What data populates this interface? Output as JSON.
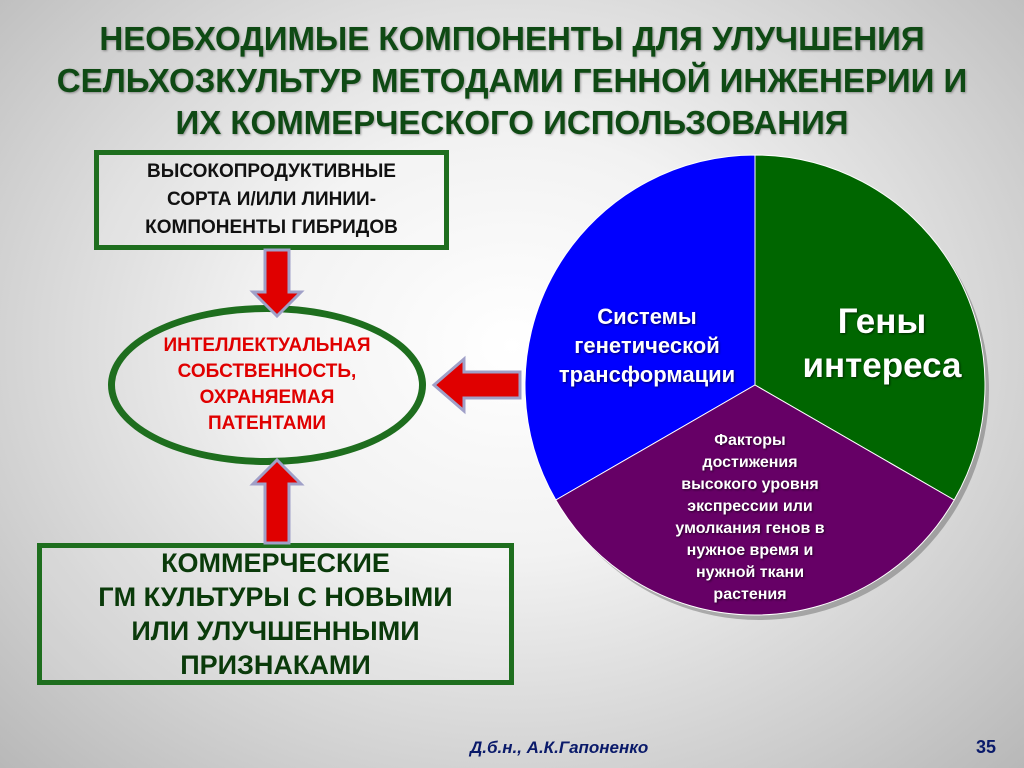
{
  "title": {
    "lines": [
      "НЕОБХОДИМЫЕ КОМПОНЕНТЫ  ДЛЯ УЛУЧШЕНИЯ",
      "СЕЛЬХОЗКУЛЬТУР МЕТОДАМИ ГЕННОЙ ИНЖЕНЕРИИ И",
      "ИХ КОММЕРЧЕСКОГО  ИСПОЛЬЗОВАНИЯ"
    ]
  },
  "top_box": {
    "lines": [
      "ВЫСОКОПРОДУКТИВНЫЕ",
      "СОРТА И/ИЛИ ЛИНИИ-",
      "КОМПОНЕНТЫ  ГИБРИДОВ"
    ]
  },
  "center_ellipse": {
    "lines": [
      "ИНТЕЛЛЕКТУАЛЬНАЯ",
      "СОБСТВЕННОСТЬ,",
      "ОХРАНЯЕМАЯ",
      "ПАТЕНТАМИ"
    ]
  },
  "bottom_box": {
    "lines": [
      "КОММЕРЧЕСКИЕ",
      "ГМ КУЛЬТУРЫ  С НОВЫМИ",
      "ИЛИ УЛУЧШЕННЫМИ",
      "ПРИЗНАКАМИ"
    ]
  },
  "pie": {
    "slices": [
      {
        "lines": [
          "Системы",
          "генетической",
          "трансформации"
        ],
        "color": "#0000ff"
      },
      {
        "lines": [
          "Гены",
          "интереса"
        ],
        "color": "#006600"
      },
      {
        "lines": [
          "Факторы",
          "достижения",
          "высокого уровня",
          "экспрессии или",
          "умолкания генов в",
          "нужное время и",
          "нужной ткани",
          "растения"
        ],
        "color": "#660066"
      }
    ]
  },
  "footer": {
    "author": "Д.б.н., А.К.Гапоненко",
    "page_number": "35"
  },
  "colors": {
    "title": "#0f4a14",
    "border": "#1e6e1e",
    "ellipse_text": "#e00000",
    "arrow_fill": "#e00000",
    "arrow_outline": "#a0a0c8"
  }
}
